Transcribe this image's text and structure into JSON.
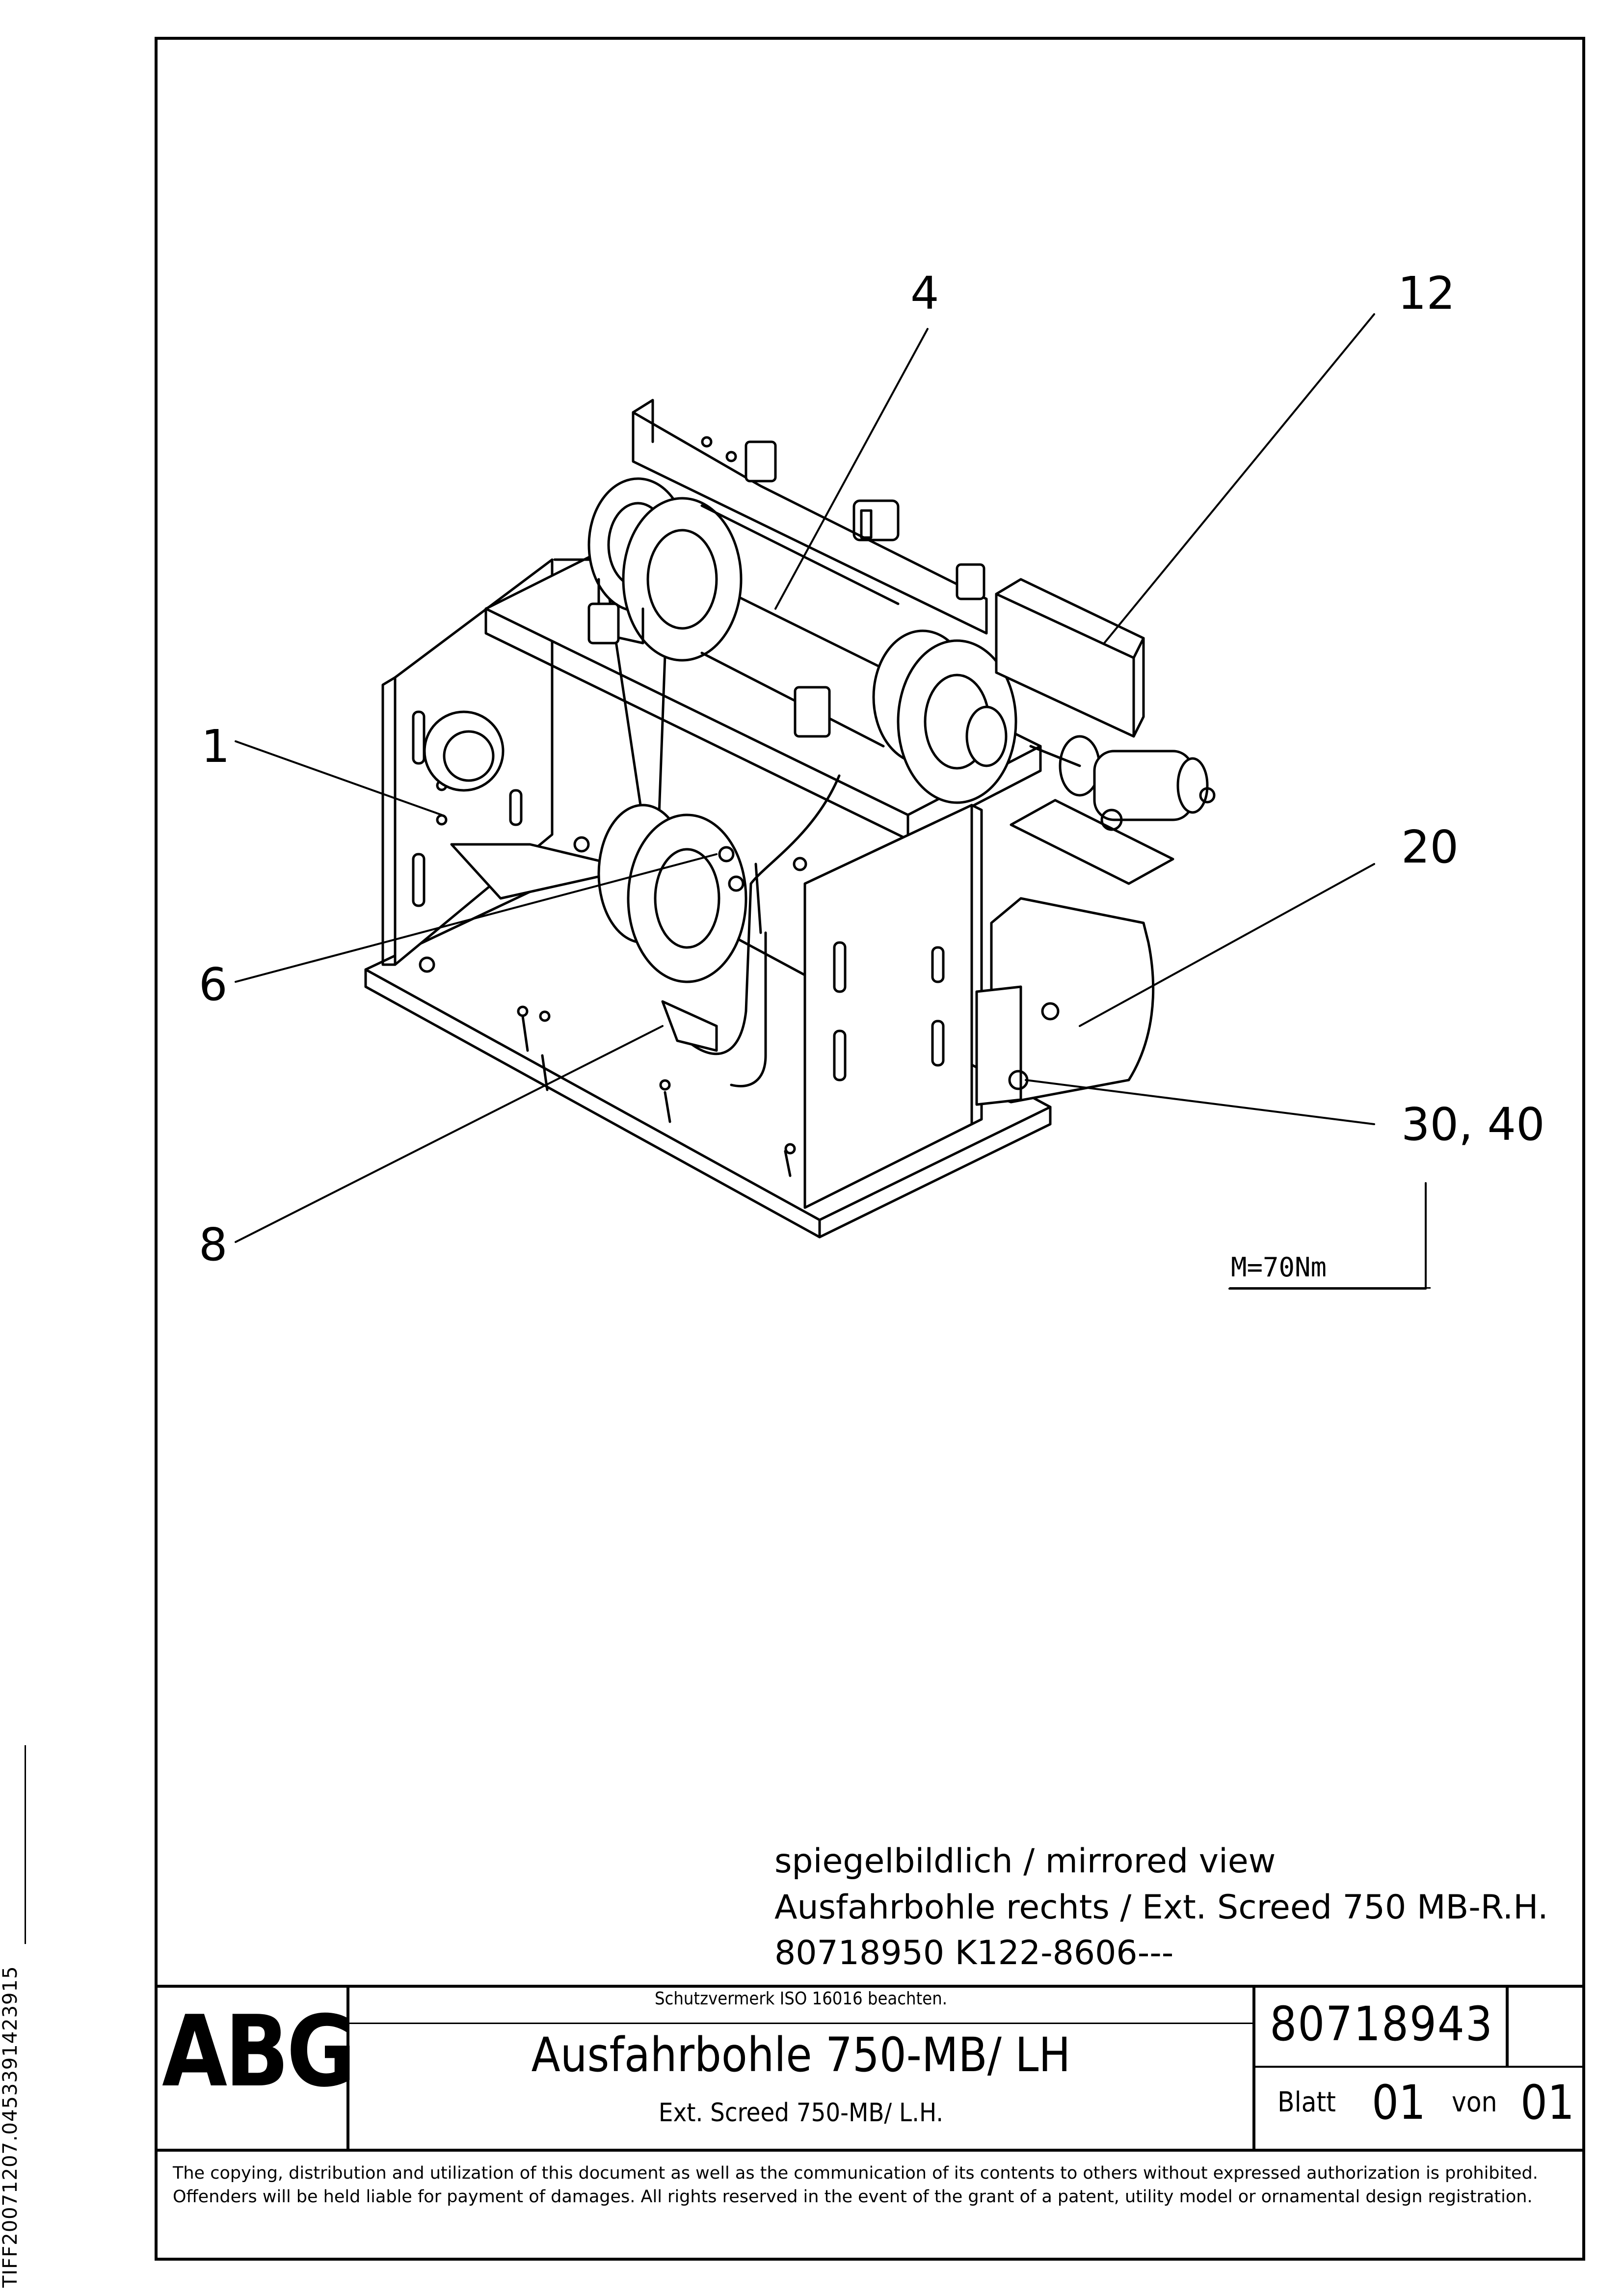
{
  "side_code": "TIFF20071207.0453391423915",
  "callouts": {
    "c4": "4",
    "c12": "12",
    "c1": "1",
    "c20": "20",
    "c6": "6",
    "c30_40": "30, 40",
    "c8": "8"
  },
  "torque": "M=70Nm",
  "note": {
    "line1": "spiegelbildlich / mirrored view",
    "line2": "Ausfahrbohle rechts / Ext. Screed 750 MB-R.H.",
    "line3": "80718950 K122-8606---"
  },
  "title_block": {
    "logo": "ABG",
    "protection_note": "Schutzvermerk ISO 16016 beachten.",
    "title_de": "Ausfahrbohle 750-MB/ LH",
    "title_en": "Ext. Screed 750-MB/ L.H.",
    "drawing_number": "80718943",
    "sheet_label": "Blatt",
    "sheet_number": "01",
    "of_label": "von",
    "sheet_total": "01"
  },
  "copyright": "The copying, distribution and utilization of this document as well as the communication of its contents to others without expressed authorization is prohibited. Offenders will be held liable for payment of damages. All rights reserved in the event of the grant of a patent, utility model or ornamental design registration."
}
